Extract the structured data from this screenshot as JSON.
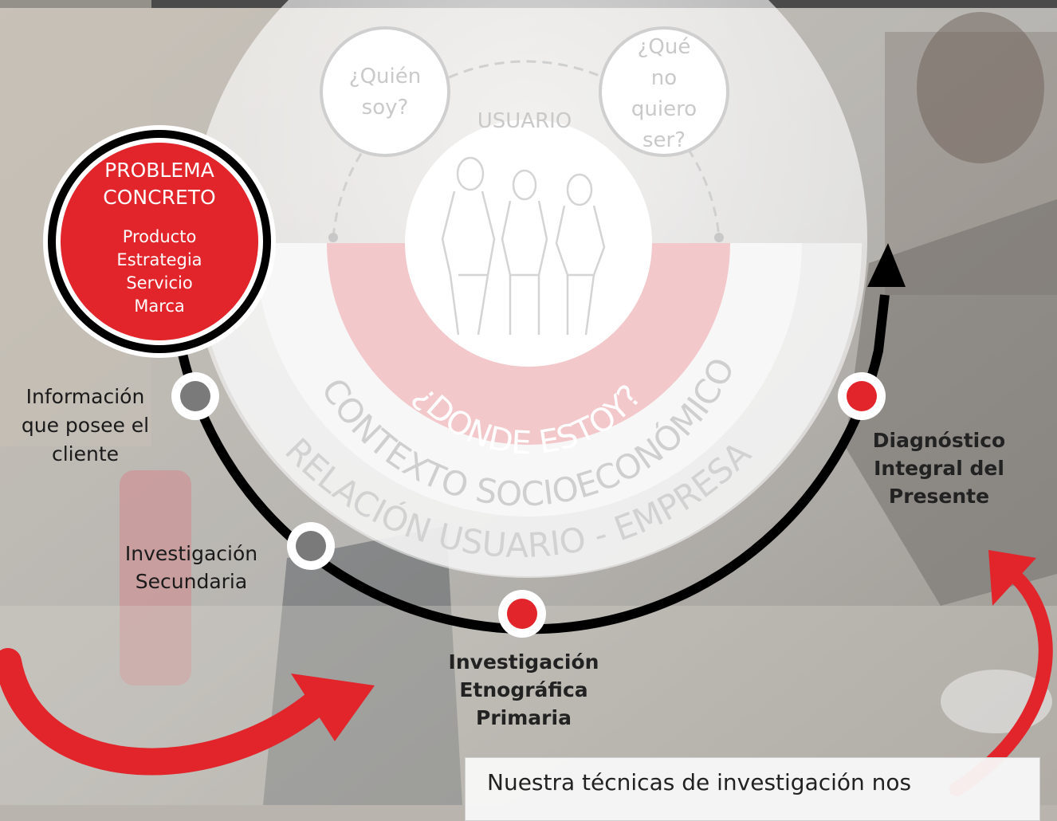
{
  "center": {
    "usuario": "USUARIO",
    "quien_soy": [
      "¿Quién",
      "soy?"
    ],
    "que_no_quiero_ser": [
      "¿Qué",
      "no",
      "quiero",
      "ser?"
    ],
    "donde_estoy": "¿DONDE ESTOY?",
    "contexto": "CONTEXTO SOCIOECONÓMICO",
    "relacion": "RELACIÓN USUARIO - EMPRESA"
  },
  "problema": {
    "title_lines": [
      "PROBLEMA",
      "CONCRETO"
    ],
    "items": [
      "Producto",
      "Estrategia",
      "Servicio",
      "Marca"
    ]
  },
  "steps": [
    {
      "lines": [
        "Información",
        "que posee el",
        "cliente"
      ],
      "color": "#7a7a7a",
      "bold": false
    },
    {
      "lines": [
        "Investigación",
        "Secundaria"
      ],
      "color": "#7a7a7a",
      "bold": false
    },
    {
      "lines": [
        "Investigación",
        "Etnográfica",
        "Primaria"
      ],
      "color": "#e1252b",
      "bold": true
    },
    {
      "lines": [
        "Diagnóstico",
        "Integral del",
        "Presente"
      ],
      "color": "#e1252b",
      "bold": true
    }
  ],
  "footer_text": "Nuestra técnicas de investigación nos",
  "colors": {
    "accent": "#e1252b",
    "arc": "#000000",
    "dot_gray": "#7a7a7a"
  }
}
